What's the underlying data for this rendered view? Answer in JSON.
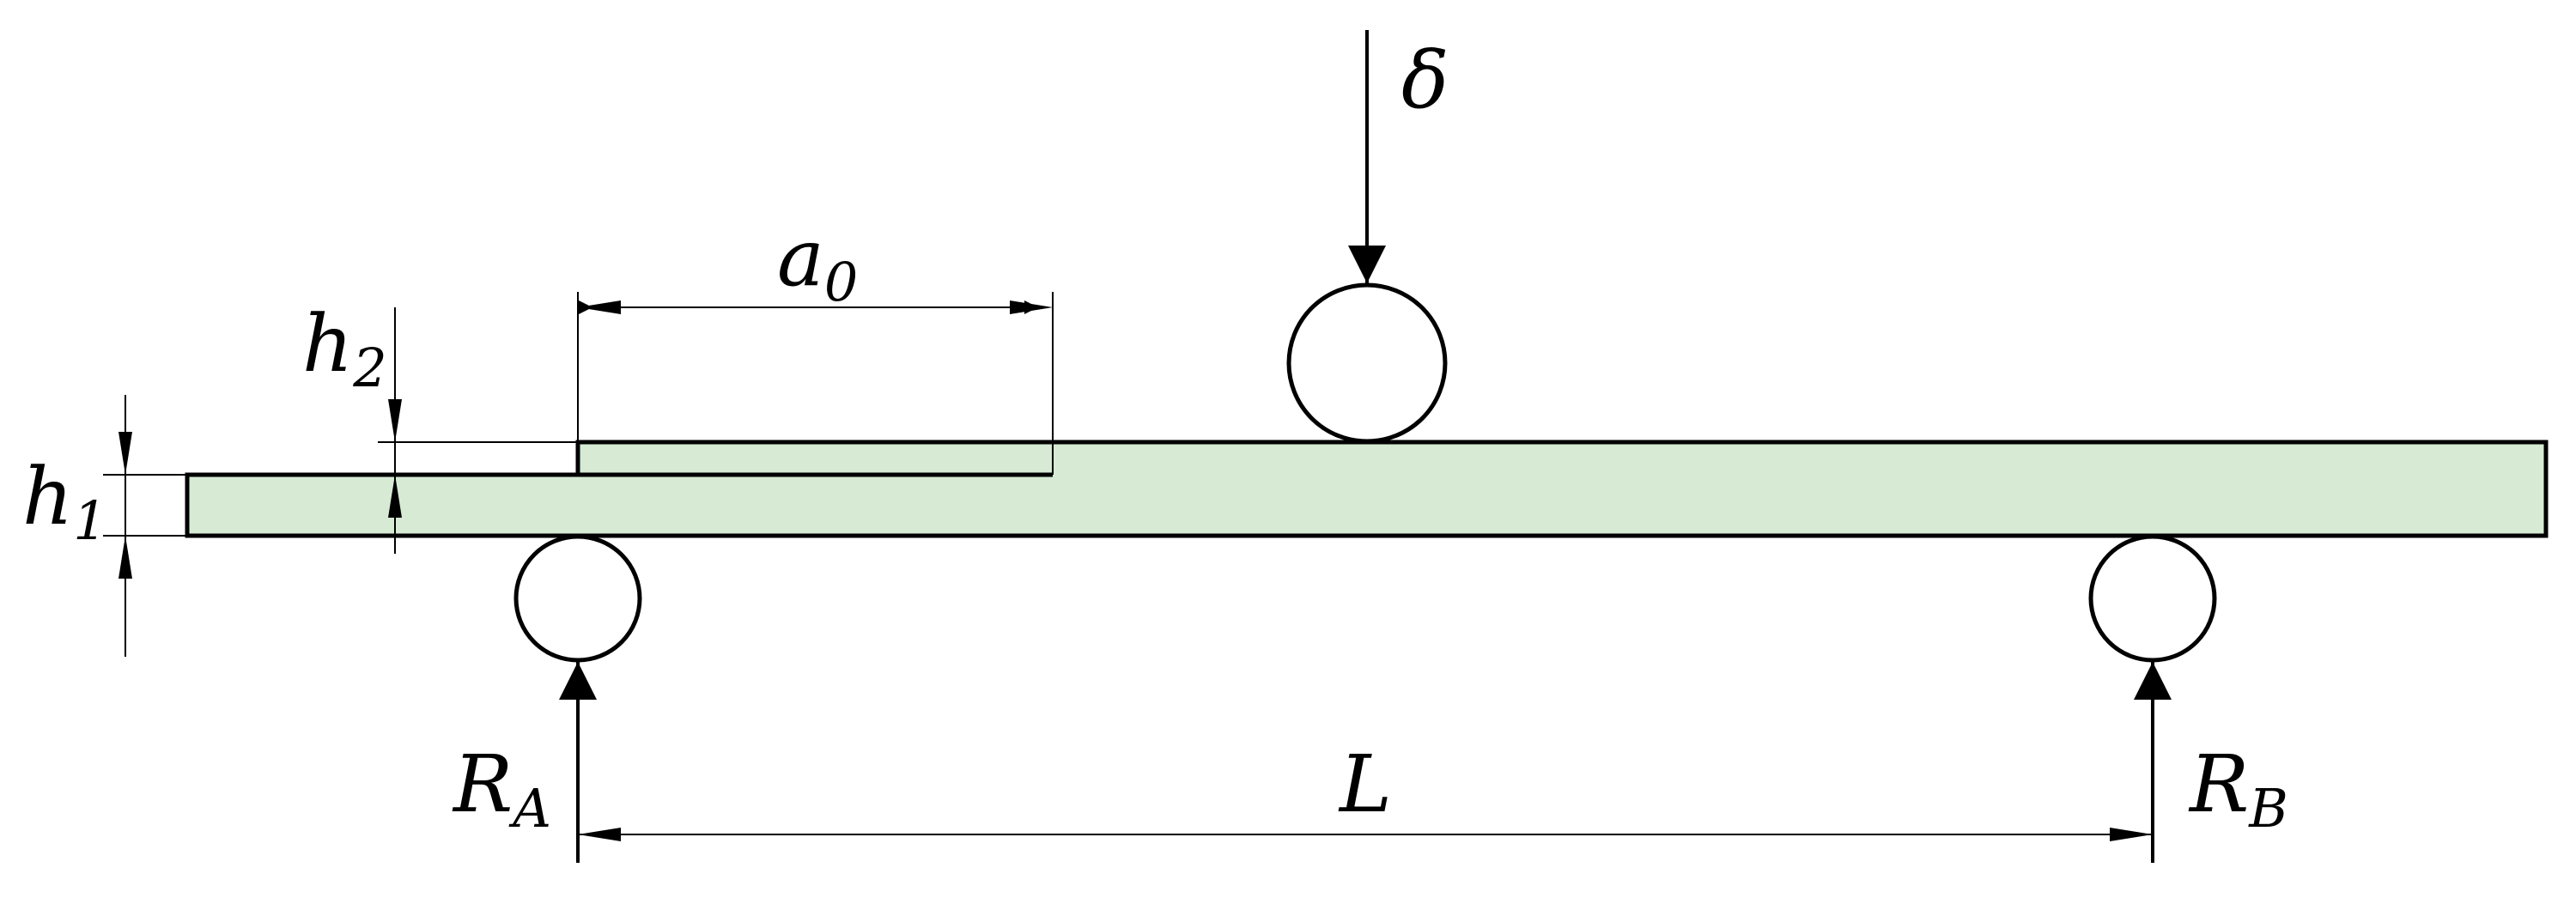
{
  "diagram": {
    "colors": {
      "specimen_fill": "#d6ead4",
      "stroke": "#000000",
      "background": "#ffffff"
    },
    "labels": {
      "delta": "δ",
      "a0": {
        "main": "a",
        "sub": "0"
      },
      "h1": {
        "main": "h",
        "sub": "1"
      },
      "h2": {
        "main": "h",
        "sub": "2"
      },
      "L": "L",
      "RA": {
        "main": "R",
        "sub": "A"
      },
      "RB": {
        "main": "R",
        "sub": "B"
      }
    }
  }
}
